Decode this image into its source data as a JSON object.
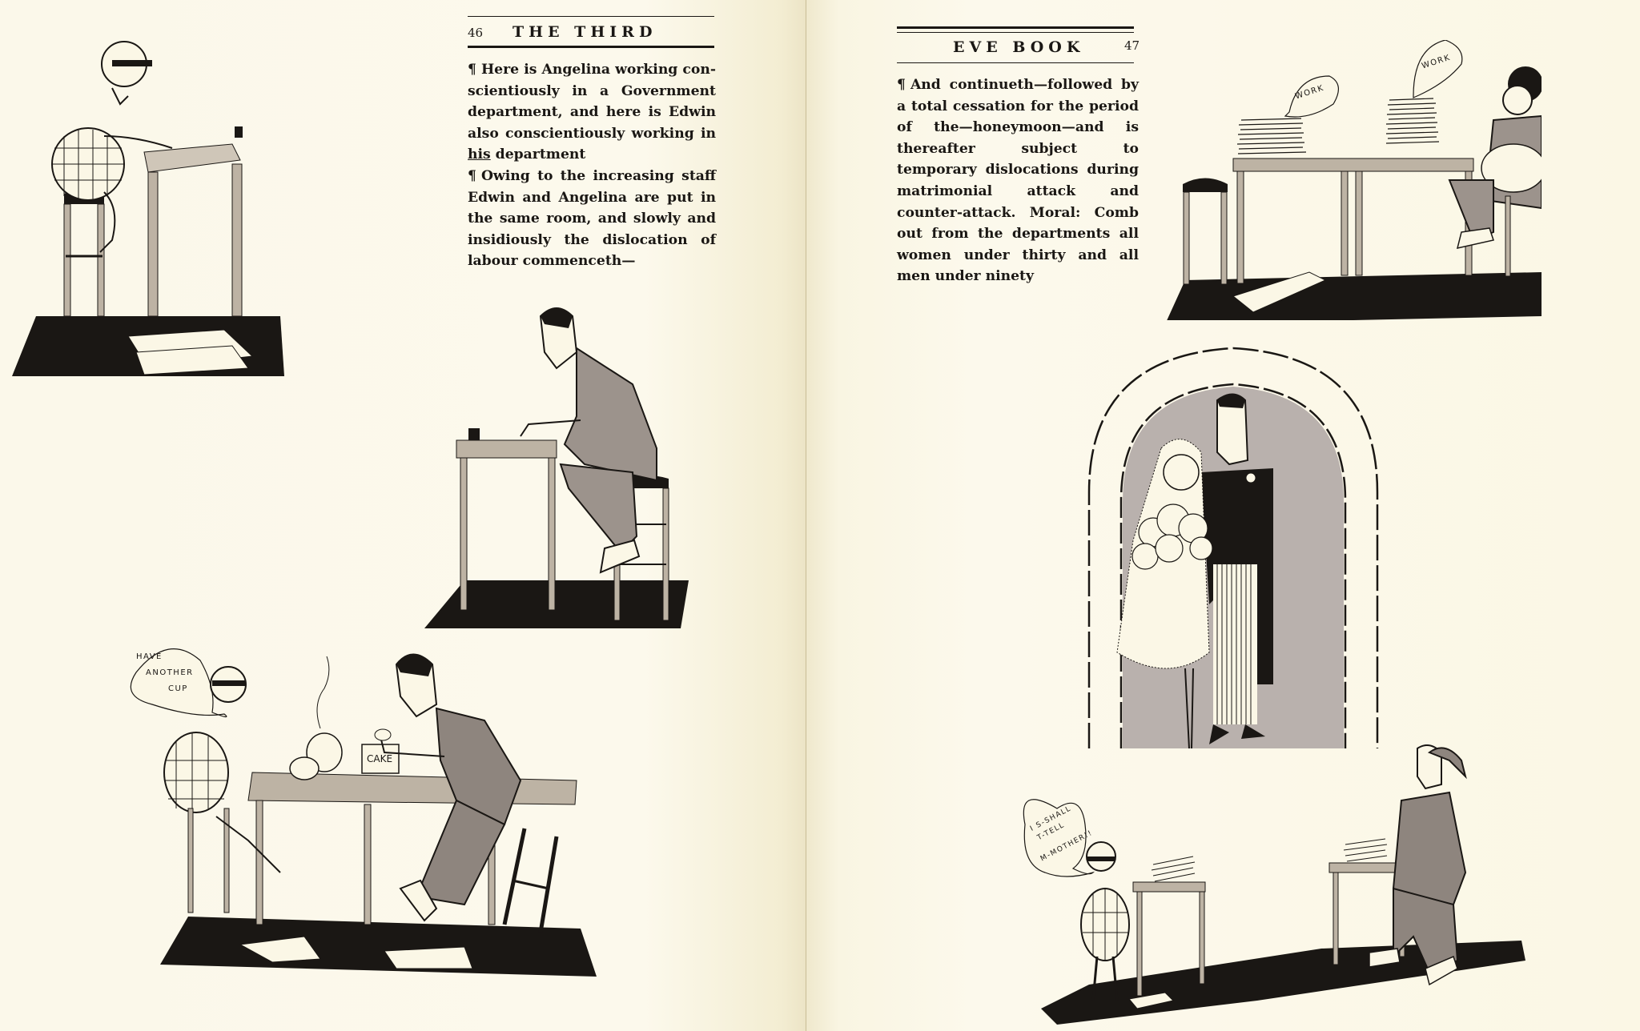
{
  "left_page": {
    "folio": "46",
    "running_title": "THE THIRD",
    "paragraphs": [
      {
        "mark": "¶",
        "text_before": "Here is Angelina working con­scientiously in a Government de­partment, and here is Edwin also conscientiously working in ",
        "underlined": "his",
        "text_after": " department"
      },
      {
        "mark": "¶",
        "text": "Owing to the increasing staff Edwin and Angelina are put in the same room, and slowly and insidiously the dislocation of labour commenceth—"
      }
    ],
    "illustrations": {
      "angelina_at_desk": {
        "caption": ""
      },
      "edwin_at_desk": {
        "caption": ""
      },
      "tea_scene": {
        "speech_bubble": [
          "HAVE",
          "ANOTHER",
          "CUP"
        ],
        "box_label": "CAKE"
      }
    }
  },
  "right_page": {
    "folio": "47",
    "running_title": "EVE BOOK",
    "paragraphs": [
      {
        "mark": "¶",
        "text": "And continueth—followed by a total cessation for the period of the—honeymoon—and is there­after subject to temporary dis­locations during matrimonial attack and counter-attack. Moral: Comb out from the departments all women under thirty and all men under ninety"
      }
    ],
    "illustrations": {
      "work_piles": {
        "bubble_left": "WORK",
        "bubble_right": "WORK"
      },
      "wedding_arch": {
        "caption": ""
      },
      "quarrel_scene": {
        "speech_bubble": [
          "I S-SHALL",
          "T-TELL",
          "M-MOTHER!!"
        ]
      }
    }
  },
  "colors": {
    "paper": "#fbf7e6",
    "ink": "#1a1714",
    "wash_gray": "#b9b1ad"
  }
}
